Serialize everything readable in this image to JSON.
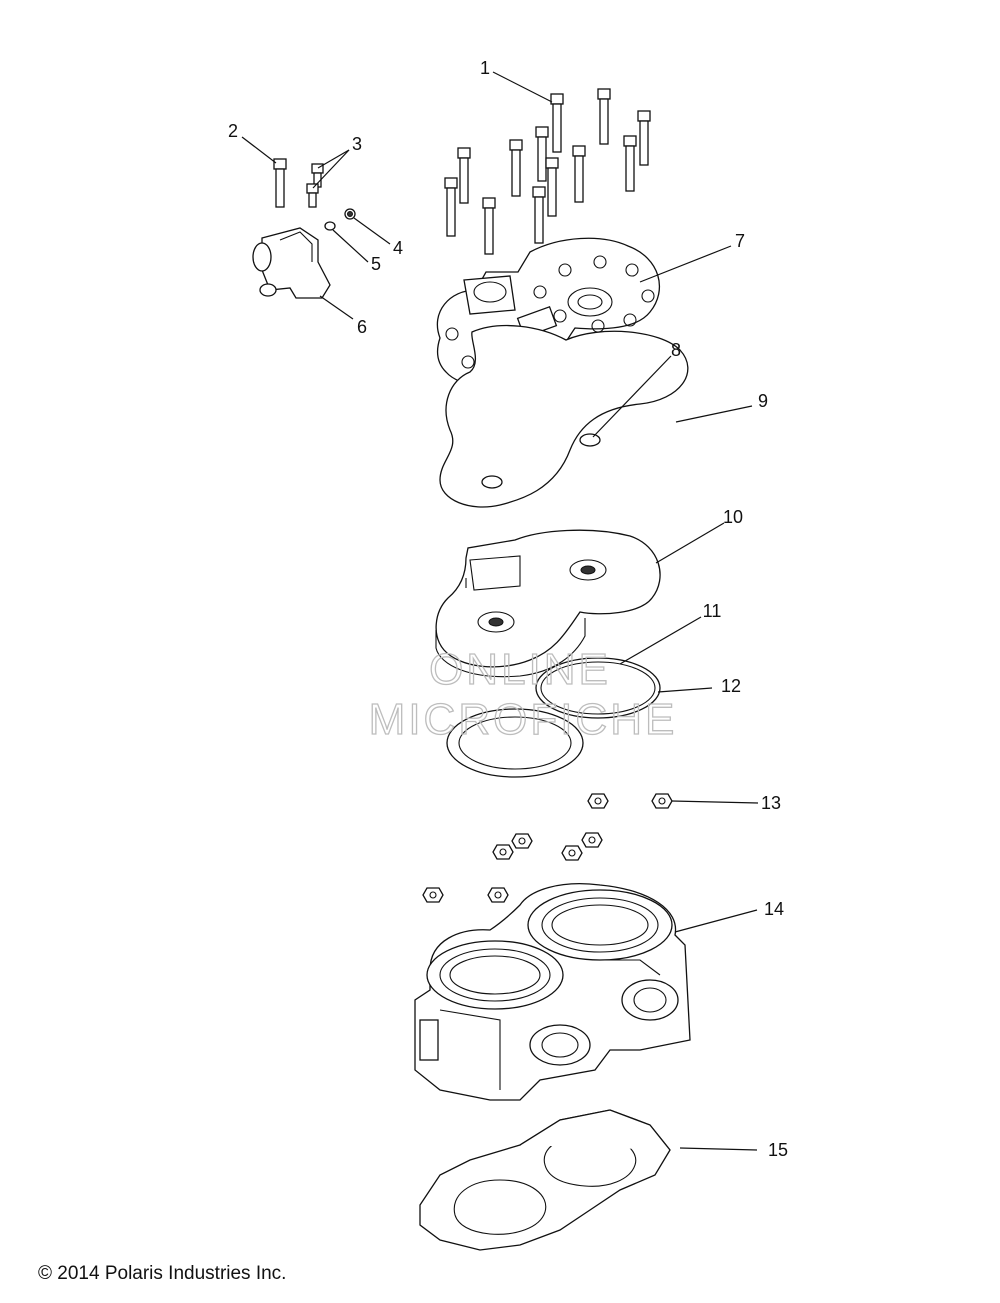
{
  "diagram": {
    "callouts": [
      {
        "id": "1",
        "text": "1"
      },
      {
        "id": "2",
        "text": "2"
      },
      {
        "id": "3",
        "text": "3"
      },
      {
        "id": "4",
        "text": "4"
      },
      {
        "id": "5",
        "text": "5"
      },
      {
        "id": "6",
        "text": "6"
      },
      {
        "id": "7",
        "text": "7"
      },
      {
        "id": "8",
        "text": "8"
      },
      {
        "id": "9",
        "text": "9"
      },
      {
        "id": "10",
        "text": "10"
      },
      {
        "id": "11",
        "text": "11"
      },
      {
        "id": "12",
        "text": "12"
      },
      {
        "id": "13",
        "text": "13"
      },
      {
        "id": "14",
        "text": "14"
      },
      {
        "id": "15",
        "text": "15"
      }
    ],
    "watermark": {
      "line1": "ONLINE",
      "line2": "MICROFICHE"
    },
    "copyright": "© 2014 Polaris Industries Inc."
  }
}
